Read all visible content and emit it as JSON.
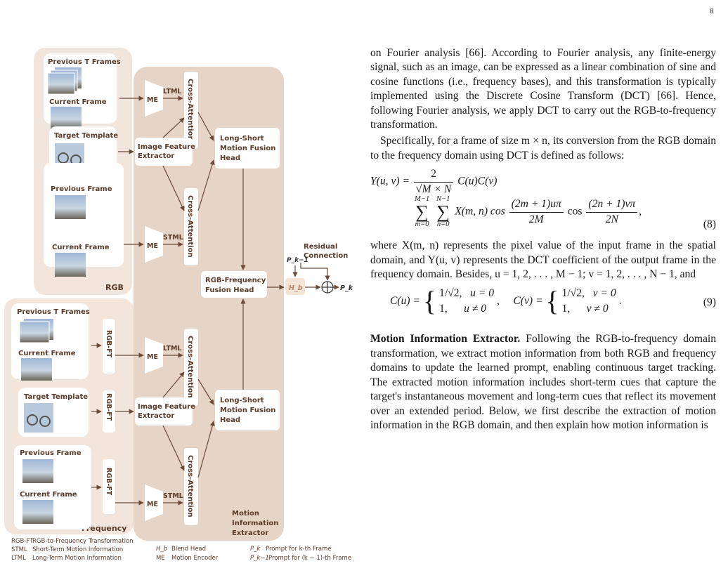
{
  "page": {
    "number": "8"
  },
  "figure": {
    "rgb_label": "RGB",
    "frequency_label": "Frequency",
    "rgb_branch": {
      "previous_t_frames": "Previous T Frames",
      "current_frame_1": "Current Frame",
      "target_template": "Target Template",
      "previous_frame": "Previous Frame",
      "current_frame_2": "Current Frame",
      "me_1": "ME",
      "me_2": "ME",
      "ltml": "LTML",
      "stml": "STML",
      "cross_attention_1": "Cross-Attention",
      "cross_attention_2": "Cross-Attention",
      "image_feature_extractor_1": "Image Feature",
      "image_feature_extractor_2": "Extractor",
      "lsmf_1": "Long-Short",
      "lsmf_2": "Motion Fusion",
      "lsmf_3": "Head"
    },
    "frequency_branch": {
      "previous_t_frames": "Previous T Frames",
      "current_frame_1": "Current Frame",
      "target_template": "Target Template",
      "previous_frame": "Previous Frame",
      "current_frame_2": "Current Frame",
      "rgb_ft_1": "RGB-FT",
      "rgb_ft_2": "RGB-FT",
      "rgb_ft_3": "RGB-FT",
      "me_1": "ME",
      "me_2": "ME",
      "ltml": "LTML",
      "stml": "STML",
      "cross_attention_1": "Cross-Attention",
      "cross_attention_2": "Cross-Attention",
      "image_feature_extractor_1": "Image Feature",
      "image_feature_extractor_2": "Extractor",
      "lsmf_1": "Long-Short",
      "lsmf_2": "Motion Fusion",
      "lsmf_3": "Head"
    },
    "fusion_head_1": "RGB-Frequency",
    "fusion_head_2": "Fusion Head",
    "hb": "H_b",
    "pk": "P_k",
    "pk_minus_1": "P_k−1",
    "residual_1": "Residual",
    "residual_2": "Connection",
    "motion_extractor_1": "Motion",
    "motion_extractor_2": "Information",
    "motion_extractor_3": "Extractor",
    "legend": {
      "rgbft_abbr": "RGB-FT",
      "rgbft_desc": "RGB-to-Frequency Transformation",
      "stml_abbr": "STML",
      "stml_desc": "Short-Term Motion Information",
      "ltml_abbr": "LTML",
      "ltml_desc": "Long-Term Motion Information",
      "hb_abbr": "H_b",
      "hb_desc": "Blend Head",
      "me_abbr": "ME",
      "me_desc": "Motion Encoder",
      "pk_abbr": "P_k",
      "pk_desc": "Prompt for k-th Frame",
      "pk1_abbr": "P_k−1",
      "pk1_desc": "Prompt for (k − 1)-th Frame"
    },
    "colors": {
      "panel": "#f0e3d9",
      "inner": "#e5d3c5",
      "module": "#d2b9a7",
      "accent": "#b48a6e",
      "text": "#5a3a28"
    }
  },
  "text": {
    "para1": "on Fourier analysis [66]. According to Fourier analysis, any finite-energy signal, such as an image, can be expressed as a linear combination of sine and cosine functions (i.e., frequency bases), and this transformation is typically implemented using the Discrete Cosine Transform (DCT) [66]. Hence, following Fourier analysis, we apply DCT to carry out the RGB-to-frequency transformation.",
    "para2": "Specifically, for a frame of size m × n, its conversion from the RGB domain to the frequency domain using DCT is defined as follows:",
    "eq8_lhs": "Y(u, v) =",
    "eq8_num": "2",
    "eq8_den": "√M × N",
    "eq8_rest": "C(u)C(v)",
    "eq8_sum1_top": "M−1",
    "eq8_sum1_bot": "m=0",
    "eq8_sum2_top": "N−1",
    "eq8_sum2_bot": "n=0",
    "eq8_body": "X(m, n) cos",
    "eq8_f1_num": "(2m + 1)uπ",
    "eq8_f1_den": "2M",
    "eq8_cos": "cos",
    "eq8_f2_num": "(2n + 1)vπ",
    "eq8_f2_den": "2N",
    "eq8_tail": ",",
    "eq8_number": "(8)",
    "para3": "where X(m, n) represents the pixel value of the input frame in the spatial domain, and Y(u, v) represents the DCT coefficient of the output frame in the frequency domain. Besides, u = 1, 2, . . . , M − 1; v = 1, 2, . . . , N − 1, and",
    "eq9_cu": "C(u) =",
    "eq9_cv": "C(v) =",
    "eq9_case1_val": "1/√2,",
    "eq9_case1_cond_u": "u = 0",
    "eq9_case1_cond_v": "v = 0",
    "eq9_case2_val": "1,",
    "eq9_case2_cond_u": "u ≠ 0",
    "eq9_case2_cond_v": "v ≠ 0",
    "eq9_sep": ",",
    "eq9_end": ".",
    "eq9_number": "(9)",
    "para4_bold": "Motion Information Extractor.",
    "para4": " Following the RGB-to-frequency domain transformation, we extract motion information from both RGB and frequency domains to update the learned prompt, enabling continuous target tracking. The extracted motion information includes short-term cues that capture the target's instantaneous movement and long-term cues that reflect its movement over an extended period. Below, we first describe the extraction of motion information in the RGB domain, and then explain how motion information is"
  }
}
